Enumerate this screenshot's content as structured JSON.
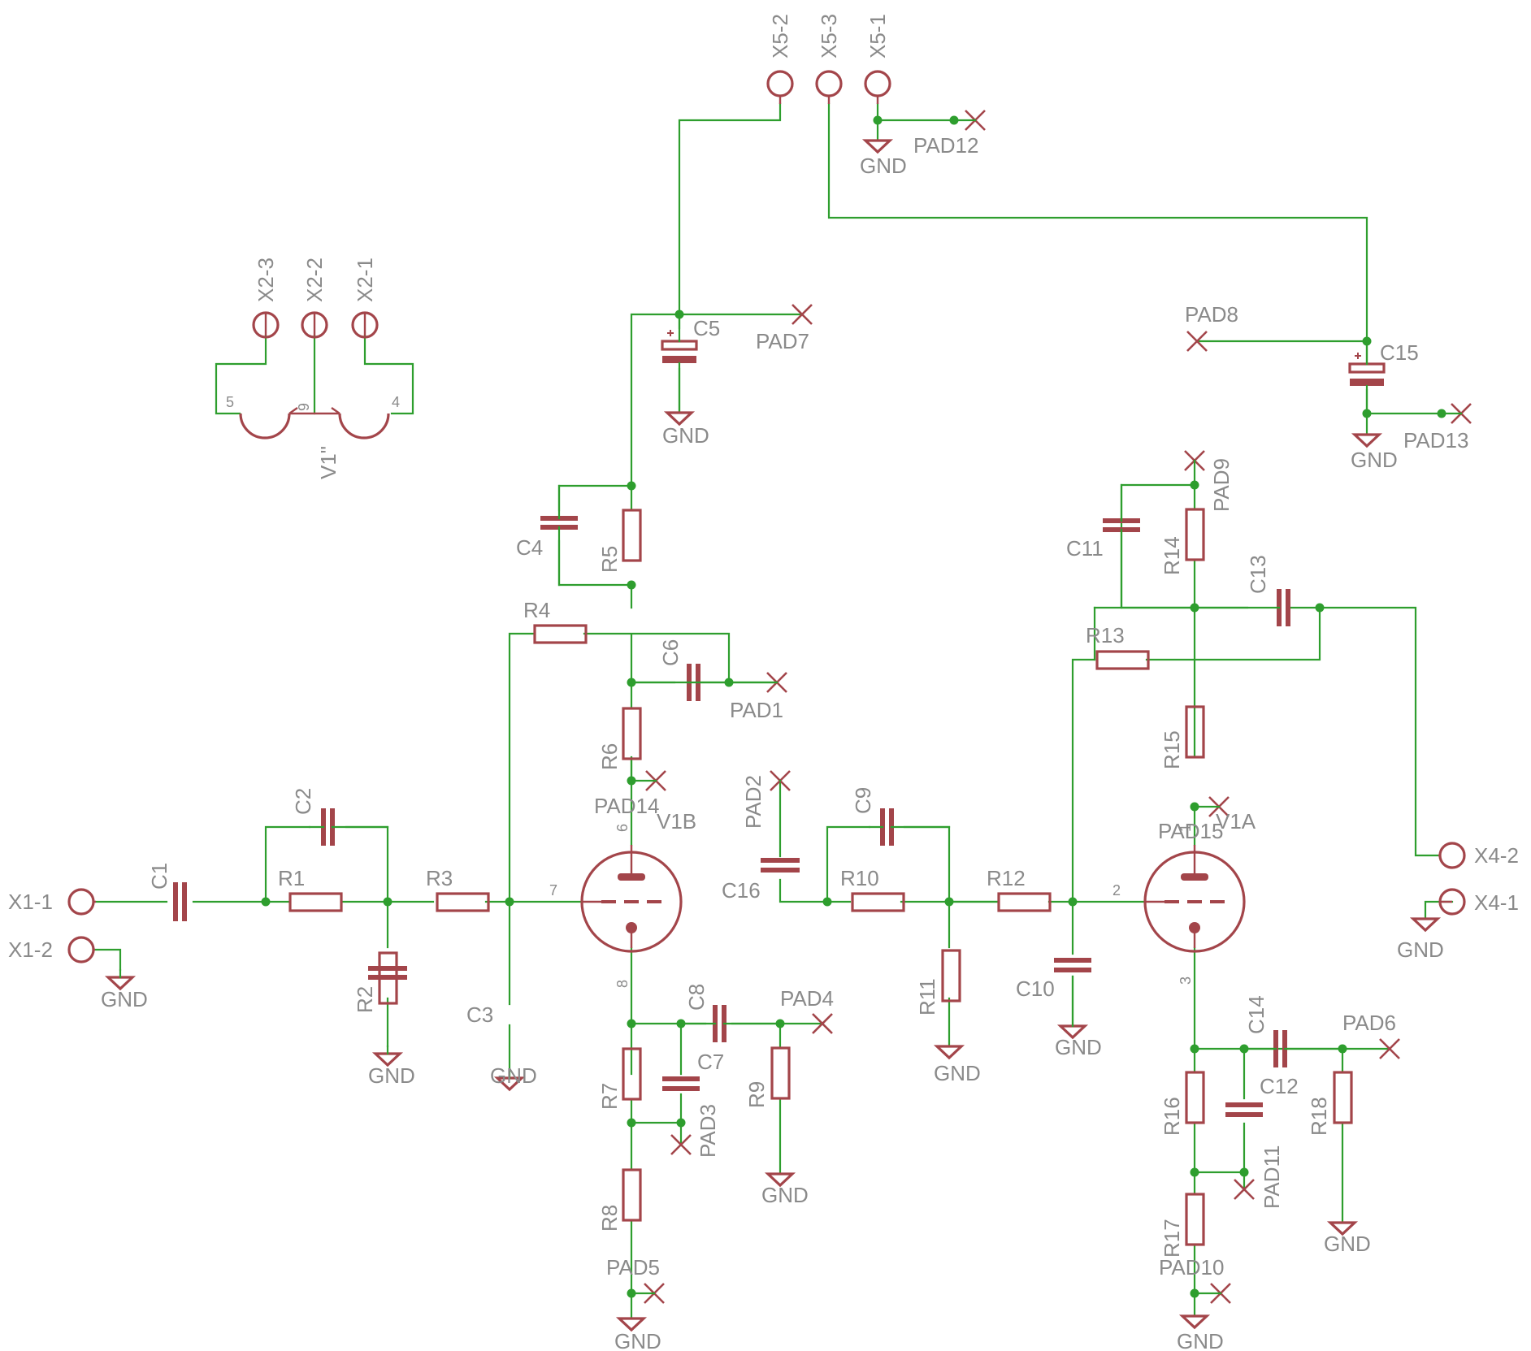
{
  "components": {
    "C1": "C1",
    "C2": "C2",
    "C3": "C3",
    "C4": "C4",
    "C5": "C5",
    "C6": "C6",
    "C7": "C7",
    "C8": "C8",
    "C9": "C9",
    "C10": "C10",
    "C11": "C11",
    "C12": "C12",
    "C13": "C13",
    "C14": "C14",
    "C15": "C15",
    "C16": "C16",
    "R1": "R1",
    "R2": "R2",
    "R3": "R3",
    "R4": "R4",
    "R5": "R5",
    "R6": "R6",
    "R7": "R7",
    "R8": "R8",
    "R9": "R9",
    "R10": "R10",
    "R11": "R11",
    "R12": "R12",
    "R13": "R13",
    "R14": "R14",
    "R15": "R15",
    "R16": "R16",
    "R17": "R17",
    "R18": "R18",
    "V1A": "V1A",
    "V1B": "V1B",
    "V1pp": "V1\""
  },
  "connectors": {
    "X1_1": "X1-1",
    "X1_2": "X1-2",
    "X2_1": "X2-1",
    "X2_2": "X2-2",
    "X2_3": "X2-3",
    "X4_1": "X4-1",
    "X4_2": "X4-2",
    "X5_1": "X5-1",
    "X5_2": "X5-2",
    "X5_3": "X5-3"
  },
  "pads": {
    "PAD1": "PAD1",
    "PAD2": "PAD2",
    "PAD3": "PAD3",
    "PAD4": "PAD4",
    "PAD5": "PAD5",
    "PAD6": "PAD6",
    "PAD7": "PAD7",
    "PAD8": "PAD8",
    "PAD9": "PAD9",
    "PAD10": "PAD10",
    "PAD11": "PAD11",
    "PAD12": "PAD12",
    "PAD13": "PAD13",
    "PAD14": "PAD14",
    "PAD15": "PAD15"
  },
  "gnd": "GND",
  "pins": {
    "p1": "1",
    "p2": "2",
    "p3": "3",
    "p4": "4",
    "p5": "5",
    "p6": "6",
    "p7": "7",
    "p8": "8",
    "p9": "9"
  },
  "colors": {
    "wire": "#2e9e2e",
    "part": "#a3454a",
    "label": "#8a8a8a"
  }
}
